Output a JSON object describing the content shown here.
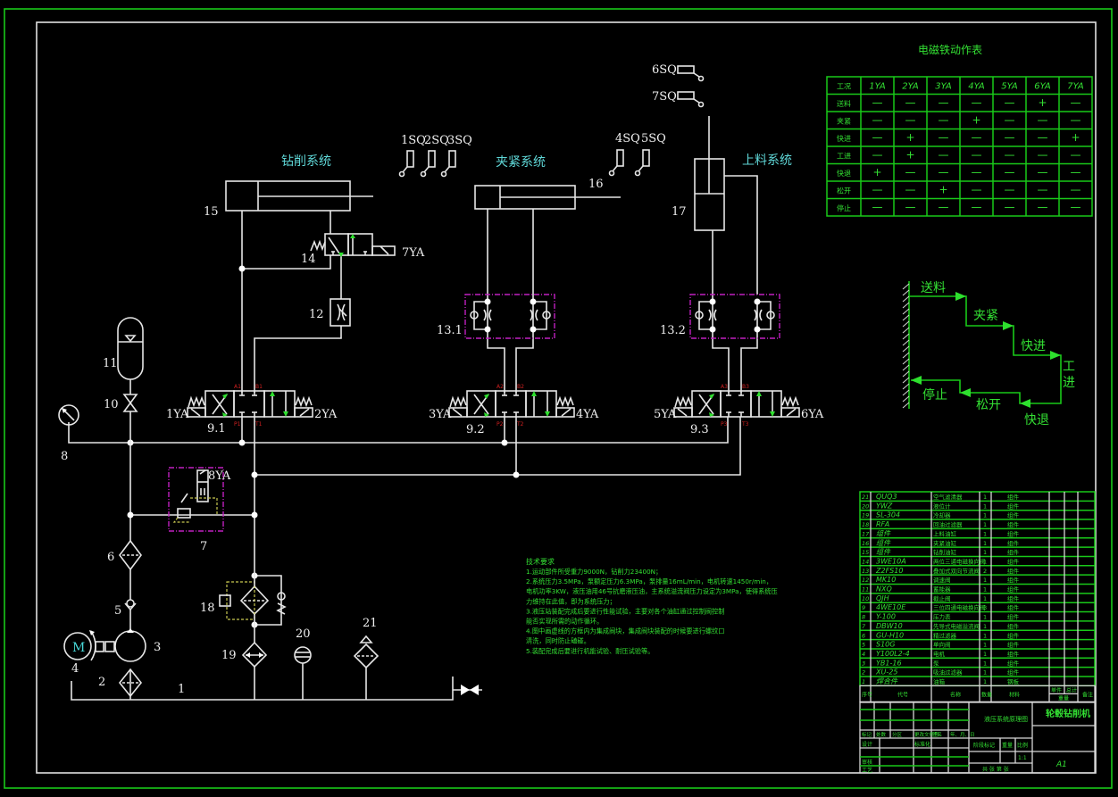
{
  "subsystems": {
    "drilling": "钻削系统",
    "clamping": "夹紧系统",
    "feeding": "上料系统"
  },
  "limit_switches": [
    "1SQ",
    "2SQ",
    "3SQ",
    "4SQ",
    "5SQ",
    "6SQ",
    "7SQ"
  ],
  "component_labels": {
    "c1": "1",
    "c2": "2",
    "c3": "3",
    "c4": "4",
    "c5": "5",
    "c6": "6",
    "c7": "7",
    "c8": "8",
    "c9_1": "9.1",
    "c9_2": "9.2",
    "c9_3": "9.3",
    "c10": "10",
    "c11": "11",
    "c12": "12",
    "c13_1": "13.1",
    "c13_2": "13.2",
    "c14": "14",
    "c15": "15",
    "c16": "16",
    "c17": "17",
    "c18": "18",
    "c19": "19",
    "c20": "20",
    "c21": "21",
    "motor": "M"
  },
  "solenoids": [
    "1YA",
    "2YA",
    "3YA",
    "4YA",
    "5YA",
    "6YA",
    "7YA",
    "8YA"
  ],
  "valve_ports": {
    "v1": [
      "A1",
      "B1",
      "P1",
      "T1"
    ],
    "v2": [
      "A2",
      "B2",
      "P2",
      "T2"
    ],
    "v3": [
      "A3",
      "B3",
      "P3",
      "T3"
    ]
  },
  "solenoid_table": {
    "title": "电磁铁动作表",
    "headers": [
      "工况",
      "1YA",
      "2YA",
      "3YA",
      "4YA",
      "5YA",
      "6YA",
      "7YA"
    ],
    "rows": [
      [
        "送料",
        "—",
        "—",
        "—",
        "—",
        "—",
        "+",
        "—"
      ],
      [
        "夹紧",
        "—",
        "—",
        "—",
        "+",
        "—",
        "—",
        "—"
      ],
      [
        "快进",
        "—",
        "+",
        "—",
        "—",
        "—",
        "—",
        "+"
      ],
      [
        "工进",
        "—",
        "+",
        "—",
        "—",
        "—",
        "—",
        "—"
      ],
      [
        "快退",
        "+",
        "—",
        "—",
        "—",
        "—",
        "—",
        "—"
      ],
      [
        "松开",
        "—",
        "—",
        "+",
        "—",
        "—",
        "—",
        "—"
      ],
      [
        "停止",
        "—",
        "—",
        "—",
        "—",
        "—",
        "—",
        "—"
      ]
    ]
  },
  "cycle_diagram": {
    "steps": [
      "送料",
      "夹紧",
      "快进",
      "工进",
      "快退",
      "松开",
      "停止"
    ],
    "workfeed_chars": [
      "工",
      "进"
    ]
  },
  "tech_requirements": {
    "title": "技术要求",
    "lines": [
      "1.运动部件所受重力9000N，钻削力23400N；",
      "2.系统压力3.5MPa，泵额定压力6.3MPa，泵排量16mL/min，电机转速1450r/min，",
      "电机功率3KW，液压油用46号抗磨液压油，主系统溢流阀压力设定为3MPa，使得系统压",
      "力维持在此值，即为系统压力；",
      "3.液压站装配完成后要进行性能试验，主要对各个油缸通过控制阀控制",
      "能否实现所需的动作循环。",
      "4.图中画虚线的方框内为集成阀块，集成阀块装配的时候要进行螺纹口",
      "清洗，同时防止磕碰。",
      "5.装配完成后要进行机能试验、耐压试验等。"
    ]
  },
  "bom": {
    "rows": [
      [
        "21",
        "QUQ3",
        "空气滤清器",
        "1",
        "组件"
      ],
      [
        "20",
        "YWZ",
        "液位计",
        "1",
        "组件"
      ],
      [
        "19",
        "SL-304",
        "冷却器",
        "1",
        "组件"
      ],
      [
        "18",
        "RFA",
        "回油过滤器",
        "1",
        "组件"
      ],
      [
        "17",
        "组件",
        "上料油缸",
        "1",
        "组件"
      ],
      [
        "16",
        "组件",
        "夹紧油缸",
        "1",
        "组件"
      ],
      [
        "15",
        "组件",
        "钻削油缸",
        "1",
        "组件"
      ],
      [
        "14",
        "3WE10A",
        "两位三通电磁换向阀",
        "1",
        "组件"
      ],
      [
        "13",
        "Z2FS10",
        "叠加式双向节流阀",
        "2",
        "组件"
      ],
      [
        "12",
        "MK10",
        "调速阀",
        "1",
        "组件"
      ],
      [
        "11",
        "NXQ",
        "蓄能器",
        "1",
        "组件"
      ],
      [
        "10",
        "QJH",
        "截止阀",
        "1",
        "组件"
      ],
      [
        "9",
        "4WE10E",
        "三位四通电磁换向阀",
        "3",
        "组件"
      ],
      [
        "8",
        "Y-100",
        "压力表",
        "1",
        "组件"
      ],
      [
        "7",
        "DBW10",
        "先导式电磁溢流阀",
        "1",
        "组件"
      ],
      [
        "6",
        "GU-H10",
        "精过滤器",
        "1",
        "组件"
      ],
      [
        "5",
        "S10G",
        "单向阀",
        "1",
        "组件"
      ],
      [
        "4",
        "Y100L2-4",
        "电机",
        "1",
        "组件"
      ],
      [
        "3",
        "YB1-16",
        "泵",
        "1",
        "组件"
      ],
      [
        "2",
        "XU-25",
        "吸油过滤器",
        "1",
        "组件"
      ],
      [
        "1",
        "焊合件",
        "油箱",
        "1",
        "钢板"
      ]
    ],
    "header": [
      "序号",
      "代号",
      "名称",
      "数量",
      "材料",
      "单件",
      "总计",
      "备注",
      "重量"
    ]
  },
  "title_block": {
    "drawing_name": "液压系统原理图",
    "machine_name": "轮毂钻削机",
    "sign_labels": [
      "标记",
      "处数",
      "分区",
      "更改文件号",
      "签名",
      "年、月、日"
    ],
    "roles": [
      "设计",
      "标准化",
      "审核",
      "工艺"
    ],
    "stage_mark": "阶段标记",
    "weight": "重量",
    "scale_label": "比例",
    "scale": "1:1",
    "sheets": "共  张  第  张",
    "size": "A1"
  }
}
